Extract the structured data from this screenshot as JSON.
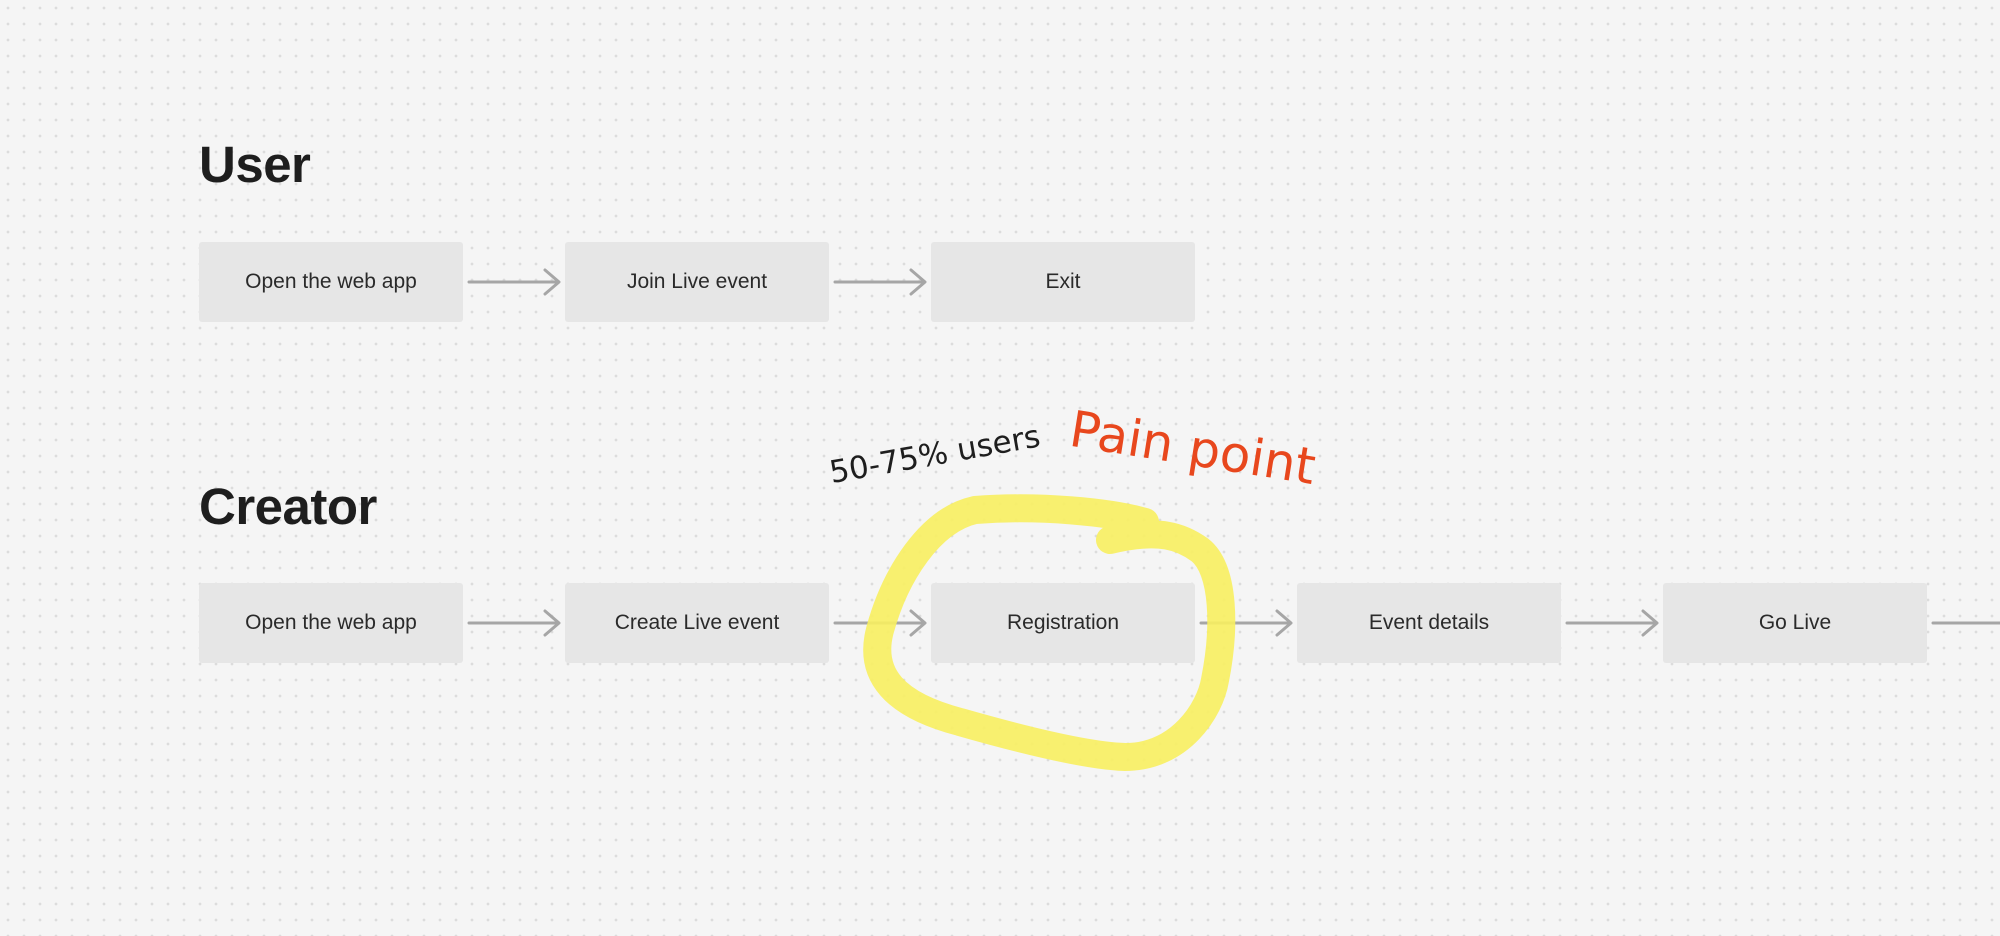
{
  "sections": {
    "user": {
      "title": "User",
      "nodes": [
        "Open the web app",
        "Join Live event",
        "Exit"
      ]
    },
    "creator": {
      "title": "Creator",
      "nodes": [
        "Open the web app",
        "Create Live event",
        "Registration",
        "Event details",
        "Go Live"
      ]
    }
  },
  "annotations": {
    "users_share": "50-75% users",
    "pain_point": "Pain point"
  },
  "colors": {
    "node_fill": "#e6e6e6",
    "connector": "#a6a6a6",
    "highlight": "#f8f060",
    "pain_point": "#e8471d"
  }
}
